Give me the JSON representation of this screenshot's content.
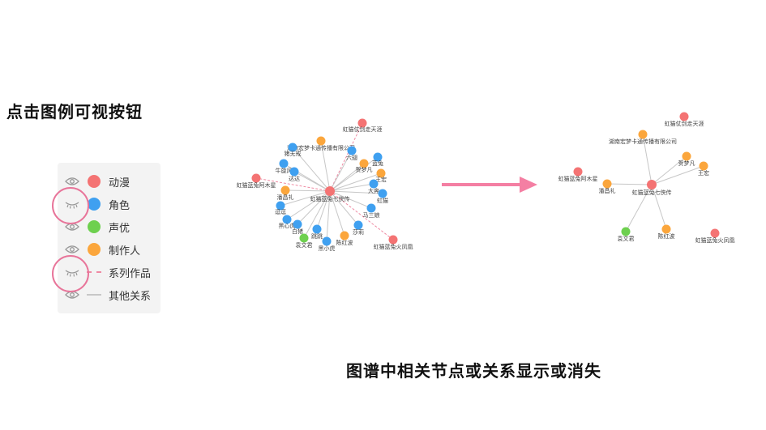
{
  "heading": "点击图例可视按钮",
  "caption": "图谱中相关节点或关系显示或消失",
  "colors": {
    "anime": "#f47373",
    "role": "#3fa0f0",
    "voice": "#6ed04f",
    "producer": "#fba63c",
    "series_edge": "#ef8aa3",
    "other_edge": "#c7c7c7",
    "arrow": "#f47fa3",
    "highlight": "#e8759a"
  },
  "legend": [
    {
      "label": "动漫",
      "kind": "dot",
      "color_key": "anime",
      "visible": true
    },
    {
      "label": "角色",
      "kind": "dot",
      "color_key": "role",
      "visible": false
    },
    {
      "label": "声优",
      "kind": "dot",
      "color_key": "voice",
      "visible": true
    },
    {
      "label": "制作人",
      "kind": "dot",
      "color_key": "producer",
      "visible": true
    },
    {
      "label": "系列作品",
      "kind": "dashed",
      "color_key": "series_edge",
      "visible": false
    },
    {
      "label": "其他关系",
      "kind": "solid",
      "color_key": "other_edge",
      "visible": true
    }
  ],
  "graph_before": {
    "center": "虹猫蓝兔七侠传",
    "anime_nodes": [
      "虹猫仗剑走天涯",
      "虹猫蓝兔阿木星",
      "虹猫蓝兔火凤凰"
    ],
    "producer_nodes": [
      "湖南宏梦卡通传播有限公司",
      "贺梦凡",
      "王宏",
      "潘昌礼",
      "陈红波"
    ],
    "role_nodes": [
      "猪无戒",
      "六翅",
      "蓝兔",
      "牛旋风",
      "达达",
      "大奔",
      "虹猫",
      "逗逗",
      "马三娘",
      "黑心虎",
      "白猪",
      "跳跳",
      "黑小虎",
      "莎莉"
    ],
    "voice_nodes": [
      "袁文君"
    ]
  },
  "graph_after": {
    "center": "虹猫蓝兔七侠传",
    "anime_nodes": [
      "虹猫仗剑走天涯",
      "虹猫蓝兔阿木星",
      "虹猫蓝兔火凤凰"
    ],
    "producer_nodes": [
      "湖南宏梦卡通传播有限公司",
      "贺梦凡",
      "王宏",
      "潘昌礼",
      "陈红波"
    ],
    "voice_nodes": [
      "袁文君"
    ]
  }
}
